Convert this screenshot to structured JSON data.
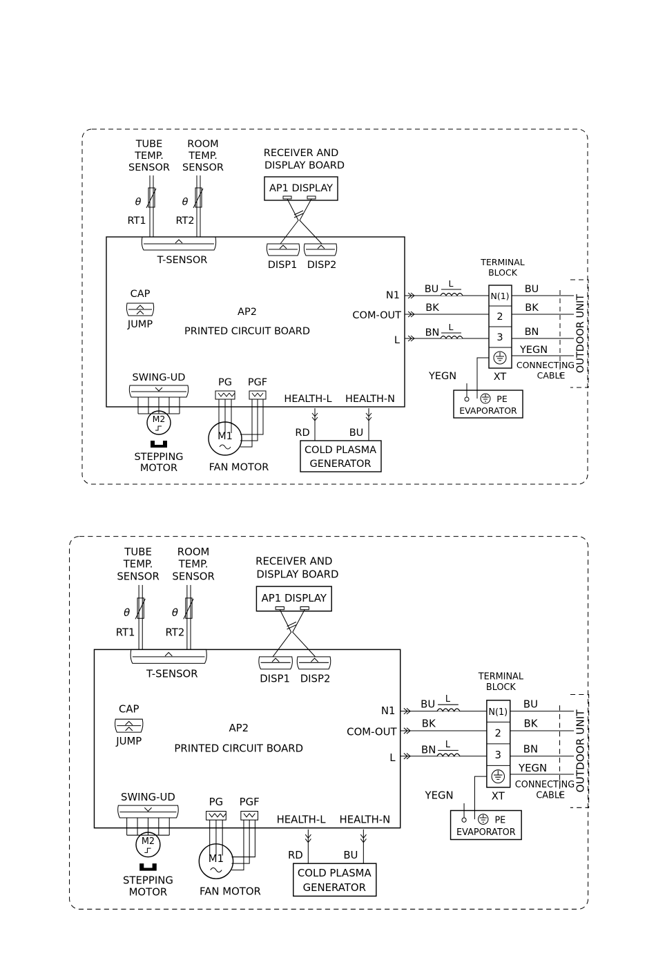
{
  "diagrams": [
    {
      "sensors": {
        "tube": [
          "TUBE",
          "TEMP.",
          "SENSOR"
        ],
        "room": [
          "ROOM",
          "TEMP.",
          "SENSOR"
        ],
        "theta": "θ",
        "rt1": "RT1",
        "rt2": "RT2",
        "tsensor": "T-SENSOR"
      },
      "receiver": {
        "title": [
          "RECEIVER AND",
          "DISPLAY BOARD"
        ],
        "label": "AP1 DISPLAY",
        "disp1": "DISP1",
        "disp2": "DISP2"
      },
      "board": {
        "name": "AP2",
        "title": "PRINTED CIRCUIT BOARD",
        "cap": "CAP",
        "jump": "JUMP",
        "swing": "SWING-UD",
        "pg": "PG",
        "pgf": "PGF",
        "health_l": "HEALTH-L",
        "health_n": "HEALTH-N",
        "n1": "N1",
        "com_out": "COM-OUT",
        "l": "L"
      },
      "motors": {
        "m2": "M2",
        "stepping": [
          "STEPPING",
          "MOTOR"
        ],
        "m1": "M1",
        "fan": "FAN MOTOR"
      },
      "plasma": {
        "rd": "RD",
        "bu": "BU",
        "title": [
          "COLD PLASMA",
          "GENERATOR"
        ]
      },
      "terminal": {
        "title": [
          "TERMINAL",
          "BLOCK"
        ],
        "n": "N(1)",
        "two": "2",
        "three": "3",
        "xt": "XT",
        "bu_in": "BU",
        "bk_in": "BK",
        "bn_in": "BN",
        "l1": "L",
        "l2": "L",
        "bu_out": "BU",
        "bk_out": "BK",
        "bn_out": "BN",
        "yegn_out": "YEGN",
        "yegn_pe": "YEGN",
        "cable": [
          "CONNECTING",
          "CABLE"
        ],
        "outdoor": "OUTDOOR UNIT",
        "pe": "PE",
        "evaporator": "EVAPORATOR"
      }
    },
    {
      "sensors": {
        "tube": [
          "TUBE",
          "TEMP.",
          "SENSOR"
        ],
        "room": [
          "ROOM",
          "TEMP.",
          "SENSOR"
        ],
        "theta": "θ",
        "rt1": "RT1",
        "rt2": "RT2",
        "tsensor": "T-SENSOR"
      },
      "receiver": {
        "title": [
          "RECEIVER AND",
          "DISPLAY BOARD"
        ],
        "label": "AP1 DISPLAY",
        "disp1": "DISP1",
        "disp2": "DISP2"
      },
      "board": {
        "name": "AP2",
        "title": "PRINTED CIRCUIT BOARD",
        "cap": "CAP",
        "jump": "JUMP",
        "swing": "SWING-UD",
        "pg": "PG",
        "pgf": "PGF",
        "health_l": "HEALTH-L",
        "health_n": "HEALTH-N",
        "n1": "N1",
        "com_out": "COM-OUT",
        "l": "L"
      },
      "motors": {
        "m2": "M2",
        "stepping": [
          "STEPPING",
          "MOTOR"
        ],
        "m1": "M1",
        "fan": "FAN MOTOR"
      },
      "plasma": {
        "rd": "RD",
        "bu": "BU",
        "title": [
          "COLD PLASMA",
          "GENERATOR"
        ]
      },
      "terminal": {
        "title": [
          "TERMINAL",
          "BLOCK"
        ],
        "n": "N(1)",
        "two": "2",
        "three": "3",
        "xt": "XT",
        "bu_in": "BU",
        "bk_in": "BK",
        "bn_in": "BN",
        "l1": "L",
        "l2": "L",
        "bu_out": "BU",
        "bk_out": "BK",
        "bn_out": "BN",
        "yegn_out": "YEGN",
        "yegn_pe": "YEGN",
        "cable": [
          "CONNECTING",
          "CABLE"
        ],
        "outdoor": "OUTDOOR UNIT",
        "pe": "PE",
        "evaporator": "EVAPORATOR"
      }
    }
  ]
}
